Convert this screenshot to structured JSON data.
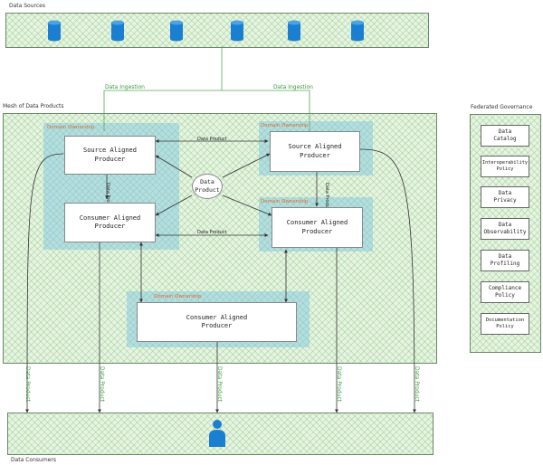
{
  "labels": {
    "data_sources": "Data Sources",
    "mesh": "Mesh of Data Products",
    "federated": "Federated Governance",
    "data_consumers": "Data Consumers",
    "ingestion_left": "Data Ingestion",
    "ingestion_right": "Data Ingestion",
    "center_node": "Data Product",
    "edge_top": "Data Product",
    "edge_bottom": "Data Product",
    "vertical_left": "Data Product",
    "vertical_right": "Data Product"
  },
  "domains": {
    "d1": "Domain Ownership",
    "d2": "Domain Ownership",
    "d3": "Domain Ownership",
    "d4": "Domain Ownership"
  },
  "boxes": {
    "src1": "Source Aligned\nProducer",
    "con1": "Consumer Aligned\nProducer",
    "src2": "Source Aligned\nProducer",
    "con2": "Consumer Aligned\nProducer",
    "con3": "Consumer Aligned\nProducer"
  },
  "governance": [
    "Data\nCatalog",
    "Interoperability\nPolicy",
    "Data\nPrivacy",
    "Data\nObservability",
    "Data\nProfiling",
    "Compliance\nPolicy",
    "Documentation\nPolicy"
  ],
  "consumer_flows": [
    "Data Product",
    "Data Product",
    "Data Product",
    "Data Product",
    "Data Product"
  ],
  "colors": {
    "accent_green": "#4caf50",
    "database_blue": "#1a7fd1",
    "domain_blue": "#78c3e1",
    "domain_title": "#e06a2a"
  }
}
